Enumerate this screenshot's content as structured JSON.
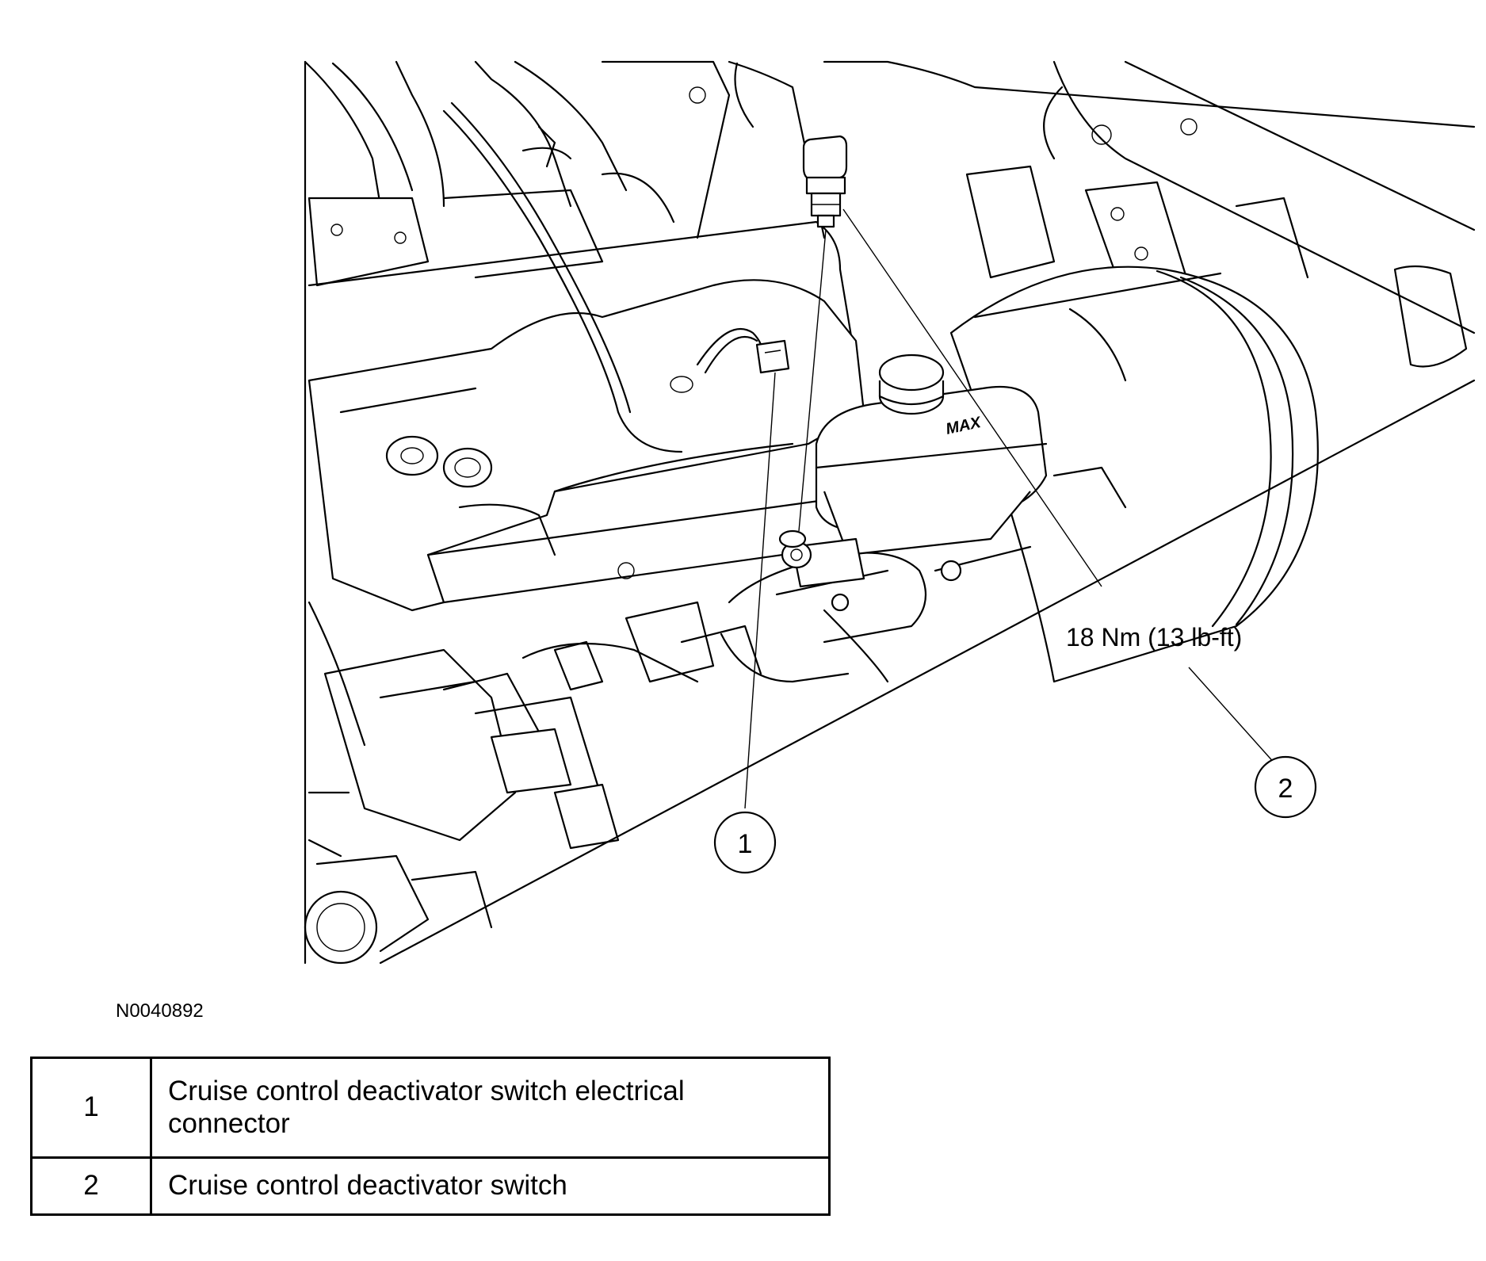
{
  "figure": {
    "id": "N0040892",
    "torque_callout": "18 Nm (13 lb-ft)",
    "reservoir_mark": "MAX",
    "callouts": [
      {
        "number": "1"
      },
      {
        "number": "2"
      }
    ]
  },
  "legend": [
    {
      "number": "1",
      "description": "Cruise control deactivator switch electrical connector"
    },
    {
      "number": "2",
      "description": "Cruise control deactivator switch"
    }
  ]
}
